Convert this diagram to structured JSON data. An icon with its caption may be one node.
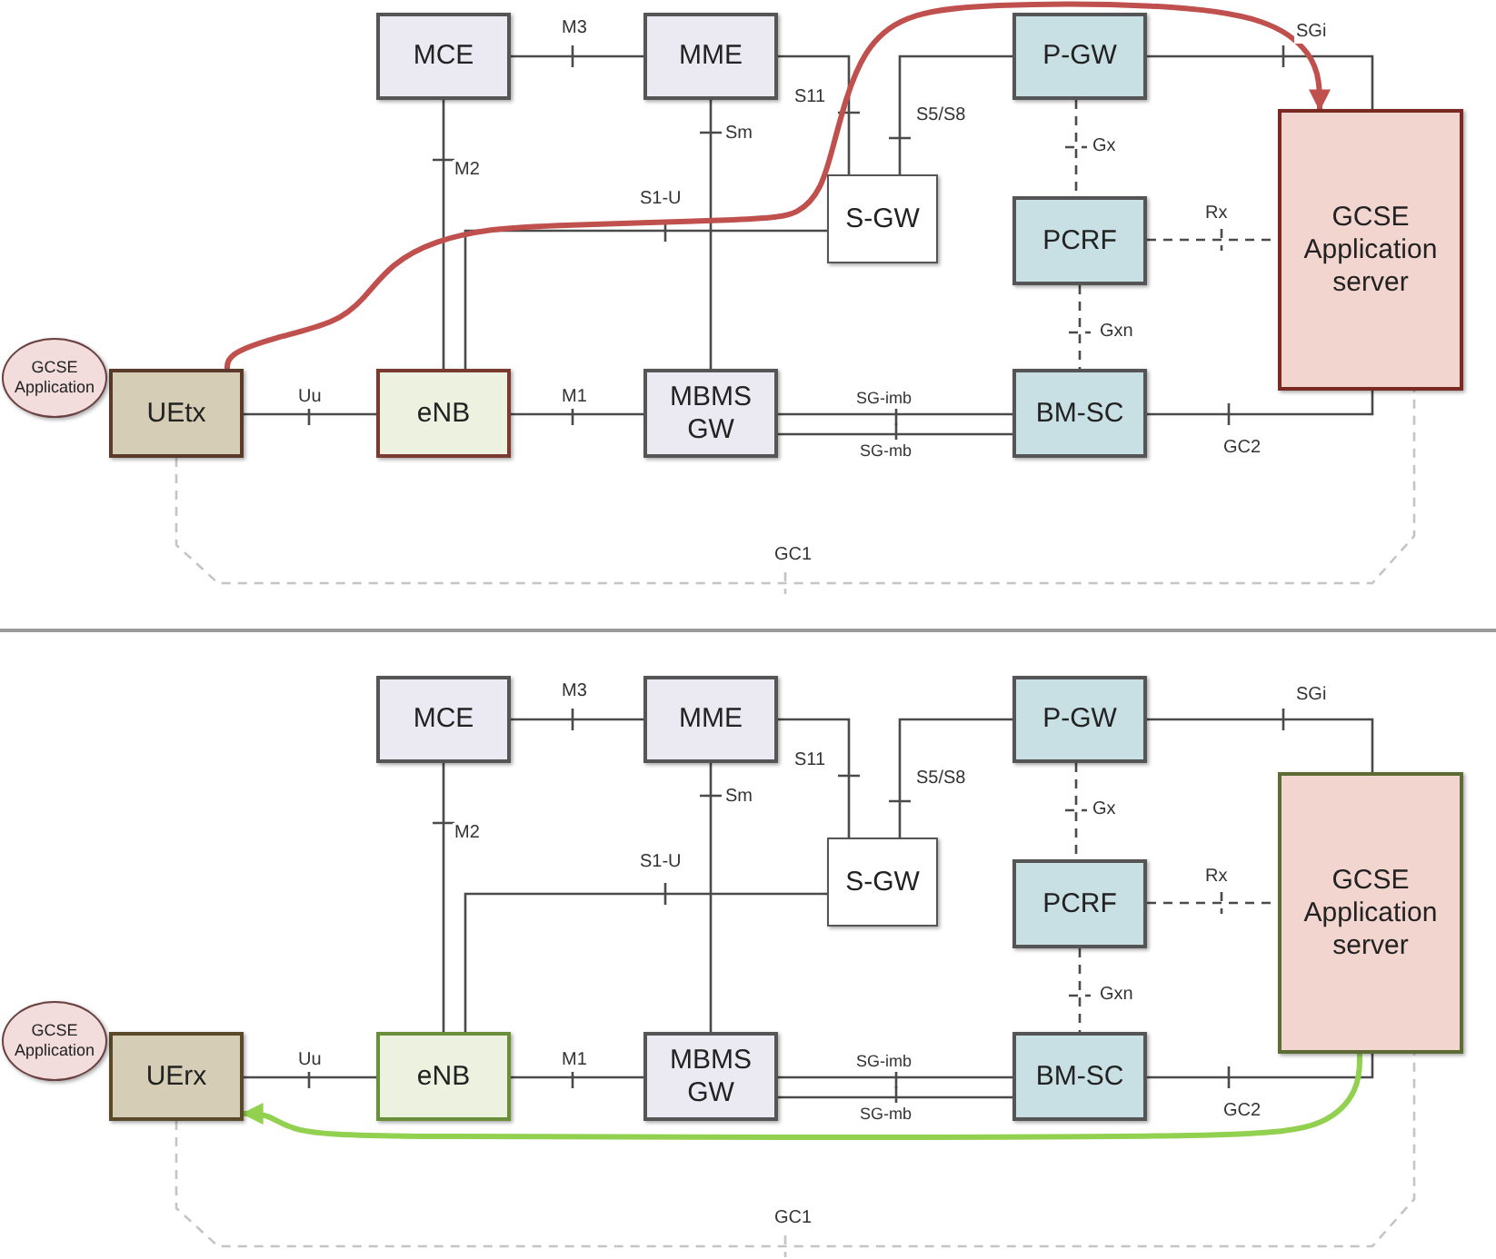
{
  "diagram": {
    "nodes": [
      {
        "text": [
          "MCE"
        ]
      },
      {
        "text": [
          "MME"
        ]
      },
      {
        "text": [
          "P-GW"
        ]
      },
      {
        "text": [
          "S-GW"
        ]
      },
      {
        "text": [
          "PCRF"
        ]
      },
      {
        "text": [
          "GCSE Application server"
        ]
      },
      {
        "text": [
          "GCSE Application"
        ]
      },
      {
        "text": [
          "UEtx"
        ]
      },
      {
        "text": [
          "eNB"
        ]
      },
      {
        "text": [
          "MBMS GW"
        ]
      },
      {
        "text": [
          "BM-SC"
        ]
      },
      {
        "text": [
          "MCE"
        ]
      },
      {
        "text": [
          "MME"
        ]
      },
      {
        "text": [
          "P-GW"
        ]
      },
      {
        "text": [
          "S-GW"
        ]
      },
      {
        "text": [
          "PCRF"
        ]
      },
      {
        "text": [
          "GCSE Application server"
        ]
      },
      {
        "text": [
          "GCSE Application"
        ]
      },
      {
        "text": [
          "UErx"
        ]
      },
      {
        "text": [
          "eNB"
        ]
      },
      {
        "text": [
          "MBMS GW"
        ]
      },
      {
        "text": [
          "BM-SC"
        ]
      }
    ],
    "edges": [
      {
        "from": 0,
        "to": 1,
        "arrow": "none",
        "label": "M3"
      },
      {
        "from": 0,
        "to": 8,
        "arrow": "none",
        "label": "M2"
      },
      {
        "from": 1,
        "to": 9,
        "arrow": "none",
        "label": "Sm"
      },
      {
        "from": 1,
        "to": 3,
        "arrow": "none",
        "label": "S11"
      },
      {
        "from": 8,
        "to": 3,
        "arrow": "none",
        "label": "S1-U"
      },
      {
        "from": 3,
        "to": 2,
        "arrow": "none",
        "label": "S5/S8"
      },
      {
        "from": 2,
        "to": 5,
        "arrow": "none",
        "label": "SGi"
      },
      {
        "from": 2,
        "to": 4,
        "arrow": "none",
        "label": "Gx",
        "style": "dashed"
      },
      {
        "from": 4,
        "to": 5,
        "arrow": "none",
        "label": "Rx",
        "style": "dashed"
      },
      {
        "from": 4,
        "to": 10,
        "arrow": "none",
        "label": "Gxn",
        "style": "dashed"
      },
      {
        "from": 7,
        "to": 8,
        "arrow": "none",
        "label": "Uu"
      },
      {
        "from": 8,
        "to": 9,
        "arrow": "none",
        "label": "M1"
      },
      {
        "from": 9,
        "to": 10,
        "arrow": "none",
        "label": "SG-imb"
      },
      {
        "from": 9,
        "to": 10,
        "arrow": "none",
        "label": "SG-mb"
      },
      {
        "from": 10,
        "to": 5,
        "arrow": "none",
        "label": "GC2"
      },
      {
        "from": 7,
        "to": 5,
        "arrow": "none",
        "label": "GC1",
        "style": "dashed",
        "color": "#c4c4c4"
      },
      {
        "from": 7,
        "to": 5,
        "arrow": "to",
        "style": "thick",
        "color": "#c0504d"
      },
      {
        "from": 11,
        "to": 12,
        "arrow": "none",
        "label": "M3"
      },
      {
        "from": 11,
        "to": 19,
        "arrow": "none",
        "label": "M2"
      },
      {
        "from": 12,
        "to": 20,
        "arrow": "none",
        "label": "Sm"
      },
      {
        "from": 12,
        "to": 14,
        "arrow": "none",
        "label": "S11"
      },
      {
        "from": 19,
        "to": 14,
        "arrow": "none",
        "label": "S1-U"
      },
      {
        "from": 14,
        "to": 13,
        "arrow": "none",
        "label": "S5/S8"
      },
      {
        "from": 13,
        "to": 16,
        "arrow": "none",
        "label": "SGi"
      },
      {
        "from": 13,
        "to": 15,
        "arrow": "none",
        "label": "Gx",
        "style": "dashed"
      },
      {
        "from": 15,
        "to": 16,
        "arrow": "none",
        "label": "Rx",
        "style": "dashed"
      },
      {
        "from": 15,
        "to": 21,
        "arrow": "none",
        "label": "Gxn",
        "style": "dashed"
      },
      {
        "from": 18,
        "to": 19,
        "arrow": "none",
        "label": "Uu"
      },
      {
        "from": 19,
        "to": 20,
        "arrow": "none",
        "label": "M1"
      },
      {
        "from": 20,
        "to": 21,
        "arrow": "none",
        "label": "SG-imb"
      },
      {
        "from": 20,
        "to": 21,
        "arrow": "none",
        "label": "SG-mb"
      },
      {
        "from": 21,
        "to": 16,
        "arrow": "none",
        "label": "GC2"
      },
      {
        "from": 18,
        "to": 16,
        "arrow": "none",
        "label": "GC1",
        "style": "dashed",
        "color": "#c4c4c4"
      },
      {
        "from": 16,
        "to": 18,
        "arrow": "to",
        "style": "thick",
        "color": "#92d050"
      }
    ]
  }
}
